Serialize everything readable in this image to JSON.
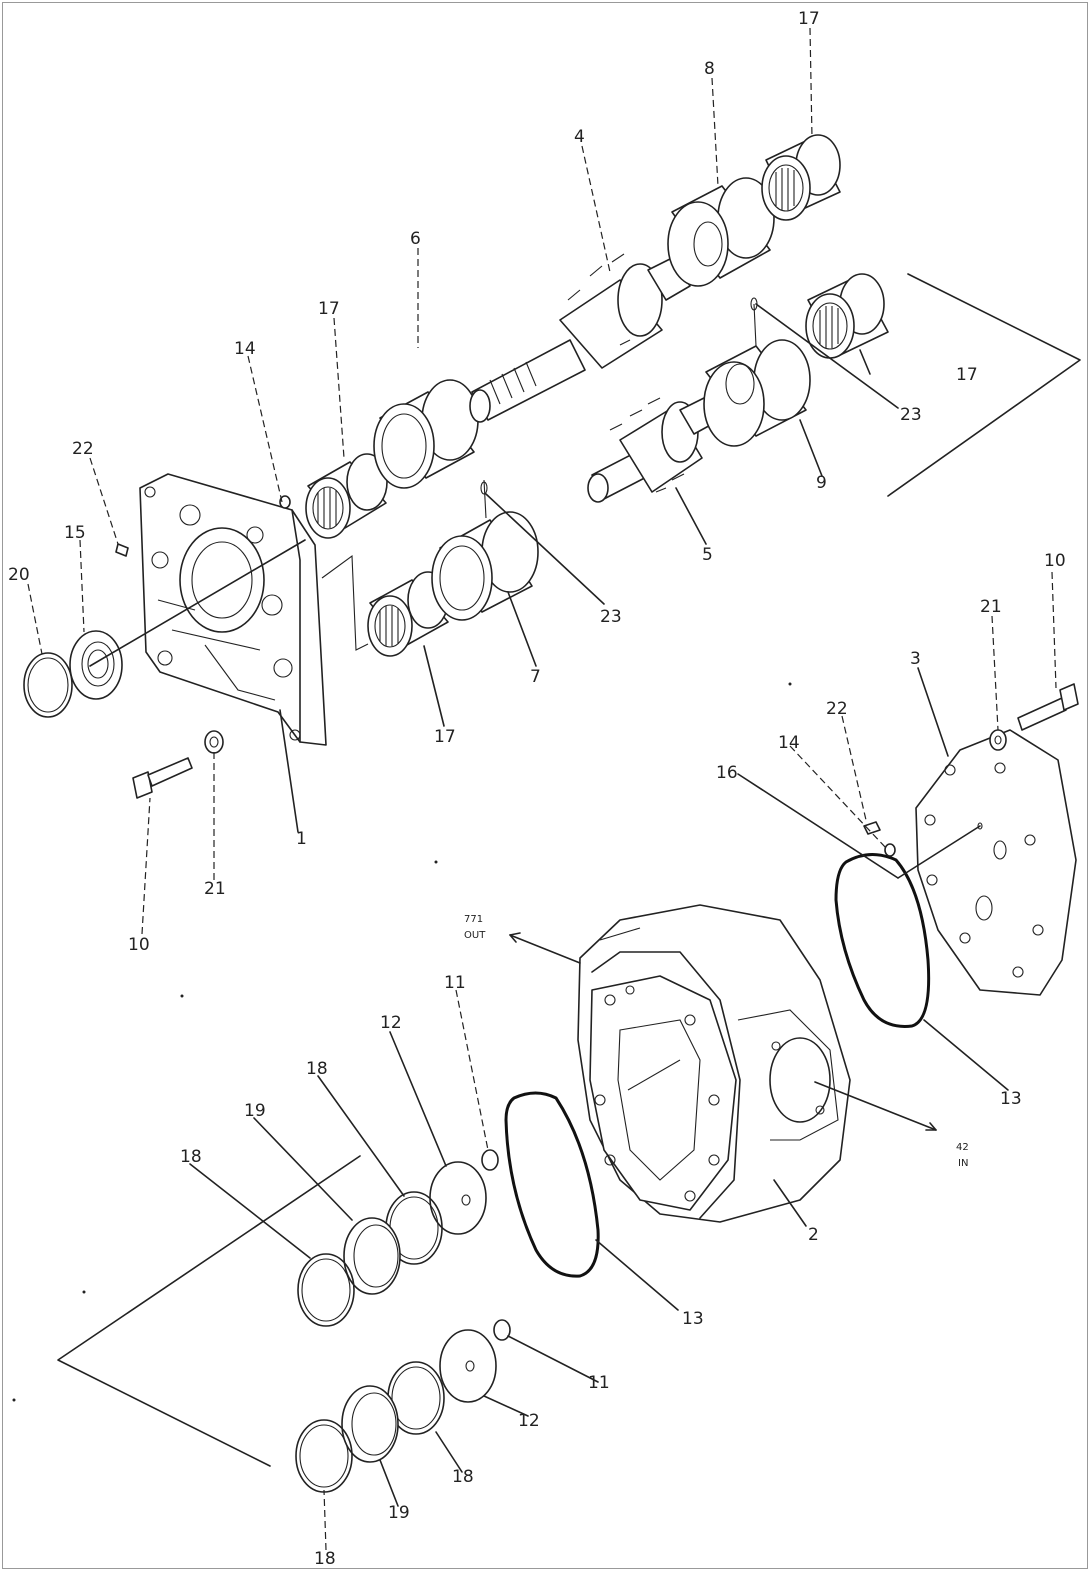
{
  "labels": {
    "p1": "1",
    "p2": "2",
    "p3": "3",
    "p4": "4",
    "p5": "5",
    "p6": "6",
    "p7": "7",
    "p8": "8",
    "p9": "9",
    "p10": "10",
    "p11": "11",
    "p12": "12",
    "p13": "13",
    "p14": "14",
    "p15": "15",
    "p16": "16",
    "p17": "17",
    "p18": "18",
    "p19": "19",
    "p20": "20",
    "p21": "21",
    "p22": "22",
    "p23": "23"
  },
  "ports": {
    "out_code": "771",
    "out_label": "OUT",
    "in_code": "42",
    "in_label": "IN"
  }
}
